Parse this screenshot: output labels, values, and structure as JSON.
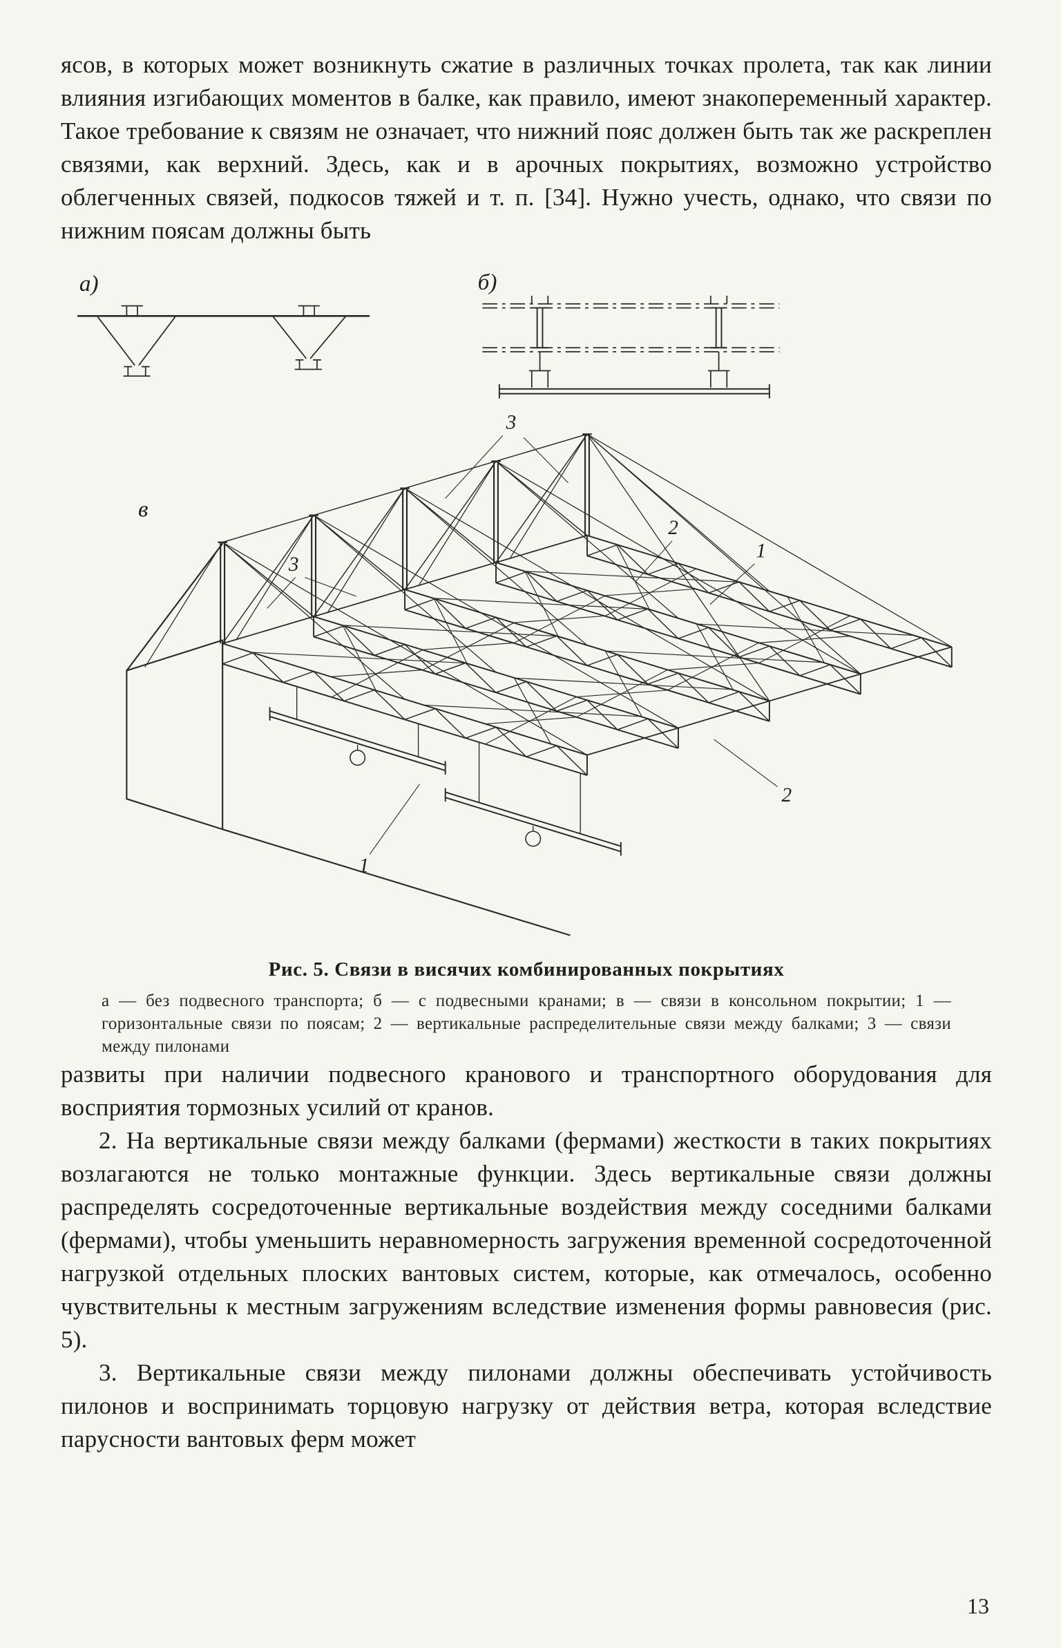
{
  "page": {
    "number": "13"
  },
  "text": {
    "intro": "ясов, в которых может возникнуть сжатие в различных точках пролета, так как линии влияния изгибающих моментов в балке, как правило, имеют знакопеременный характер. Такое требование к связям не означает, что нижний пояс должен быть так же раскреплен связями, как верхний. Здесь, как и в арочных покрытиях, возможно устройство облегченных связей, подкосов тяжей и т. п. [34]. Нужно учесть, однако, что связи по нижним поясам должны быть",
    "p1": "развиты при наличии подвесного кранового и транспортного оборудования для восприятия тормозных усилий от кранов.",
    "p2": "2. На вертикальные связи между балками (фермами) жесткости в таких покрытиях возлагаются не только монтажные функции. Здесь вертикальные связи должны распределять сосредоточенные вертикальные воздействия между соседними балками (фермами), чтобы уменьшить неравномерность загружения временной сосредоточенной нагрузкой отдельных плоских вантовых систем, которые, как отмечалось, особенно чувствительны к местным загружениям вследствие изменения формы равновесия (рис. 5).",
    "p3": "3. Вертикальные связи между пилонами должны обеспечивать устойчивость пилонов и воспринимать торцовую нагрузку от действия ветра, которая вследствие парусности вантовых ферм может"
  },
  "figure": {
    "caption": "Рис. 5. Связи в висячих комбинированных покрытиях",
    "legend": "а — без подвесного транспорта; б — с подвесными кранами; в — связи в консольном покрытии; 1 — горизонтальные связи по поясам; 2 — вертикальные распределительные связи между балками; 3 — связи между пилонами",
    "labels": {
      "a": "а)",
      "b": "б)",
      "v": "в"
    },
    "callouts": {
      "c1": "1",
      "c2": "2",
      "c3": "3"
    }
  }
}
